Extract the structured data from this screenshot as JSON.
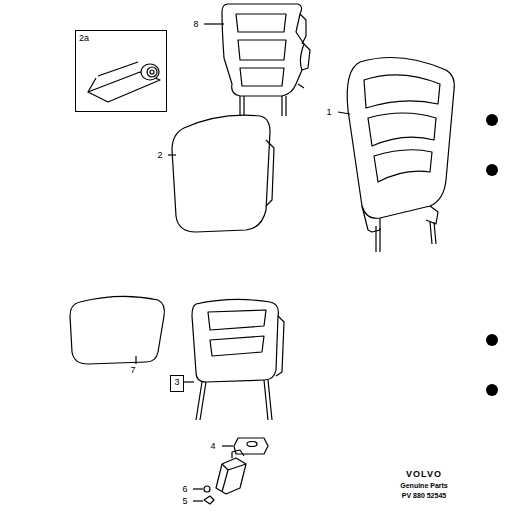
{
  "diagram": {
    "nodes": [
      {
        "text": [
          "2a"
        ]
      },
      {
        "text": [
          "3"
        ]
      }
    ],
    "labels": [
      "8",
      "1",
      "2",
      "7",
      "4",
      "6",
      "5",
      "VOLVO",
      "Genuine Parts",
      "PV 880 52545"
    ]
  }
}
